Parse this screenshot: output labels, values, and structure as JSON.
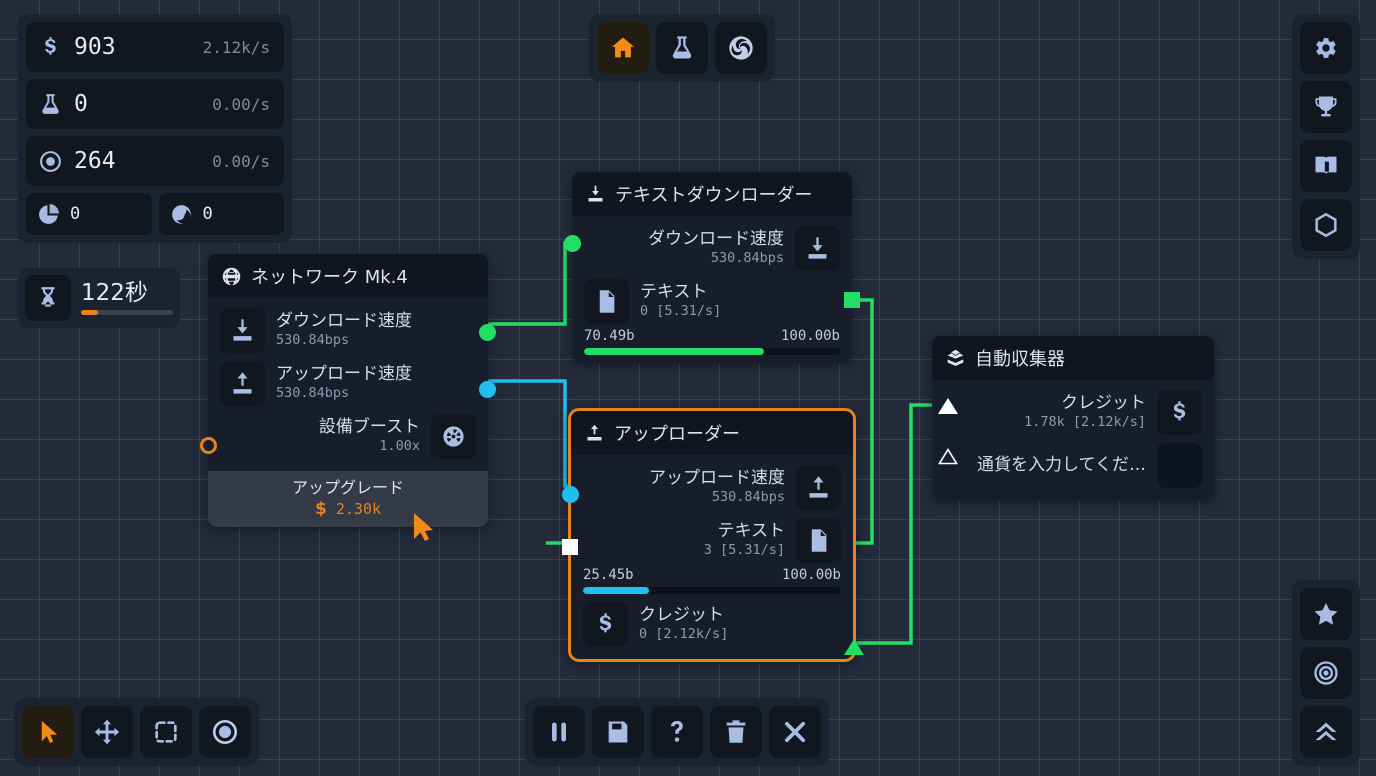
{
  "colors": {
    "accent_orange": "#e8821e",
    "green": "#22dd66",
    "cyan": "#1fbff0",
    "icon_blue": "#a8bce4",
    "panel": "#171d2b",
    "header": "#10151f",
    "canvas": "#232b3b"
  },
  "hud": {
    "stats": [
      {
        "icon": "dollar-icon",
        "value": "903",
        "rate": "2.12k/s"
      },
      {
        "icon": "flask-icon",
        "value": "0",
        "rate": "0.00/s"
      },
      {
        "icon": "target-icon",
        "value": "264",
        "rate": "0.00/s"
      }
    ],
    "mini_stats": [
      {
        "icon": "pie-chart-icon",
        "value": "0"
      },
      {
        "icon": "eclipse-icon",
        "value": "0"
      }
    ],
    "timer": {
      "icon": "hourglass-icon",
      "value": "122秒",
      "progress_pct": 18
    }
  },
  "top_toolbar": {
    "buttons": [
      {
        "name": "home-button",
        "icon": "home-icon",
        "active": true
      },
      {
        "name": "lab-button",
        "icon": "flask-icon",
        "active": false
      },
      {
        "name": "spiral-button",
        "icon": "spiral-icon",
        "active": false
      }
    ]
  },
  "right_rail_top": {
    "buttons": [
      {
        "name": "settings-button",
        "icon": "gear-icon"
      },
      {
        "name": "achievements-button",
        "icon": "trophy-icon"
      },
      {
        "name": "codex-button",
        "icon": "book-icon"
      },
      {
        "name": "hexagon-button",
        "icon": "hexagon-icon"
      }
    ]
  },
  "right_rail_bottom": {
    "buttons": [
      {
        "name": "favorites-button",
        "icon": "star-icon"
      },
      {
        "name": "focus-button",
        "icon": "target-icon"
      },
      {
        "name": "boost-button",
        "icon": "double-chevron-up-icon"
      }
    ]
  },
  "bottom_toolbar": {
    "buttons": [
      {
        "name": "pause-button",
        "icon": "pause-icon"
      },
      {
        "name": "save-button",
        "icon": "floppy-disk-icon"
      },
      {
        "name": "help-button",
        "icon": "question-mark-icon"
      },
      {
        "name": "delete-button",
        "icon": "trash-icon"
      },
      {
        "name": "close-button",
        "icon": "x-icon"
      }
    ]
  },
  "tool_palette": {
    "buttons": [
      {
        "name": "select-tool",
        "icon": "cursor-arrow-icon",
        "active": true
      },
      {
        "name": "pan-tool",
        "icon": "move-arrows-icon",
        "active": false
      },
      {
        "name": "marquee-tool",
        "icon": "dashed-square-icon",
        "active": false
      },
      {
        "name": "node-tool",
        "icon": "filled-circle-icon",
        "active": false
      }
    ]
  },
  "nodes": {
    "network": {
      "title": "ネットワーク Mk.4",
      "title_icon": "globe-icon",
      "rows": [
        {
          "icon": "download-icon",
          "label": "ダウンロード速度",
          "value": "530.84bps",
          "port": "green-dot"
        },
        {
          "icon": "upload-icon",
          "label": "アップロード速度",
          "value": "530.84bps",
          "port": "cyan-dot"
        },
        {
          "icon": "gauge-icon",
          "label": "設備ブースト",
          "value": "1.00x",
          "port": "orange-ring"
        }
      ],
      "upgrade": {
        "label": "アップグレード",
        "currency_icon": "dollar-icon",
        "cost": "2.30k"
      }
    },
    "text_downloader": {
      "title": "テキストダウンローダー",
      "title_icon": "download-tray-icon",
      "rows": [
        {
          "icon": "download-icon",
          "label": "ダウンロード速度",
          "value": "530.84bps",
          "port": "green-dot"
        },
        {
          "icon": "document-icon",
          "label": "テキスト",
          "value": "0 [5.31/s]",
          "port": "green-square"
        }
      ],
      "progress": {
        "current": "70.49b",
        "max": "100.00b",
        "pct": 70.49,
        "color": "#22dd66"
      }
    },
    "uploader": {
      "title": "アップローダー",
      "title_icon": "upload-tray-icon",
      "selected": true,
      "rows": [
        {
          "icon": "upload-icon",
          "label": "アップロード速度",
          "value": "530.84bps",
          "port": "cyan-dot"
        },
        {
          "icon": "document-icon",
          "label": "テキスト",
          "value": "3 [5.31/s]",
          "port": "white-square"
        }
      ],
      "progress": {
        "current": "25.45b",
        "max": "100.00b",
        "pct": 25.45,
        "color": "#1fbff0"
      },
      "footer_row": {
        "icon": "dollar-icon",
        "label": "クレジット",
        "value": "0 [2.12k/s]",
        "port": "green-triangle"
      }
    },
    "auto_collector": {
      "title": "自動収集器",
      "title_icon": "collector-box-icon",
      "rows": [
        {
          "icon": "dollar-icon",
          "label": "クレジット",
          "value": "1.78k [2.12k/s]",
          "port": "white-triangle-solid"
        },
        {
          "icon": "empty-slot",
          "label": "通貨を入力してくだ…",
          "value": "",
          "port": "white-triangle-hollow"
        }
      ]
    }
  }
}
